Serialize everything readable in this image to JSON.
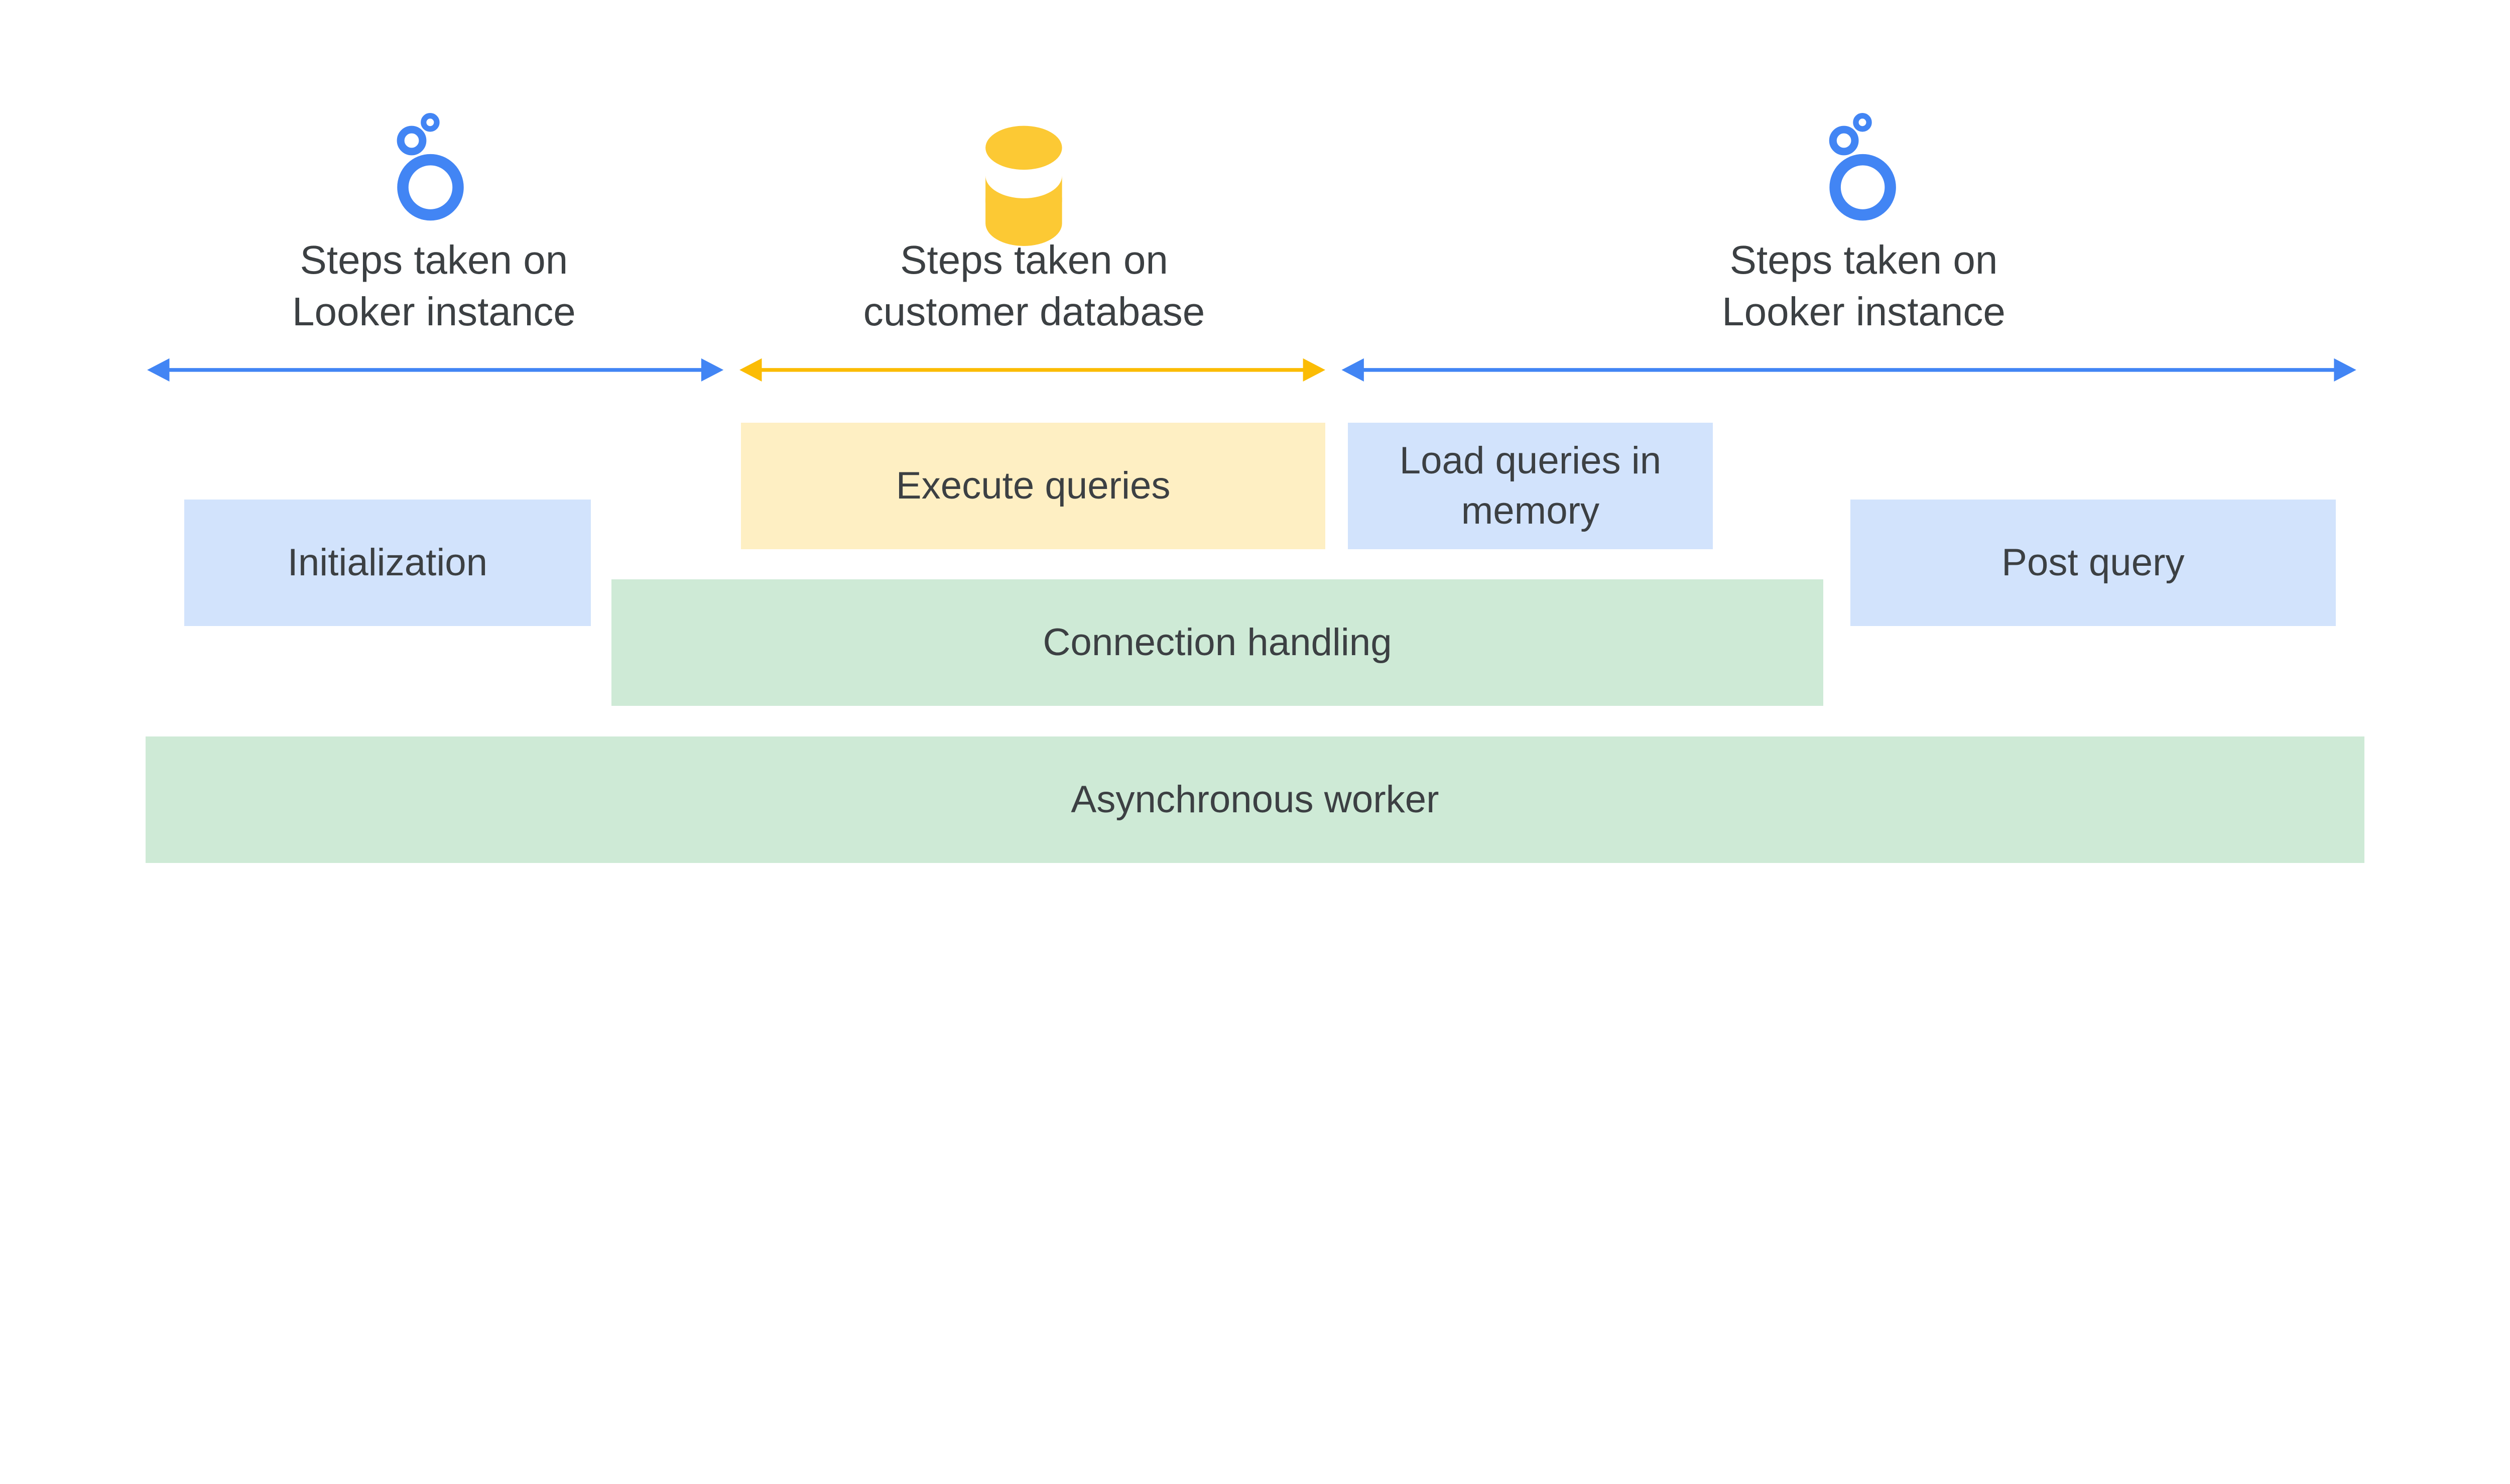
{
  "sections": [
    {
      "icon": "looker-logo-icon",
      "line1": "Steps taken on",
      "line2": "Looker instance",
      "color": "#4285f4"
    },
    {
      "icon": "database-icon",
      "line1": "Steps taken on",
      "line2": "customer database",
      "color": "#fbbc04"
    },
    {
      "icon": "looker-logo-icon",
      "line1": "Steps taken on",
      "line2": "Looker instance",
      "color": "#4285f4"
    }
  ],
  "boxes": {
    "initialization": "Initialization",
    "execute_queries": "Execute queries",
    "load_queries": "Load queries in memory",
    "post_query": "Post query",
    "connection_handling": "Connection handling",
    "async_worker": "Asynchronous worker"
  },
  "colors": {
    "looker_blue": "#4285f4",
    "database_yellow": "#fcc934",
    "box_blue": "#d2e3fc",
    "box_yellow": "#feefc3",
    "box_green": "#ceead6",
    "text": "#3c4043"
  }
}
